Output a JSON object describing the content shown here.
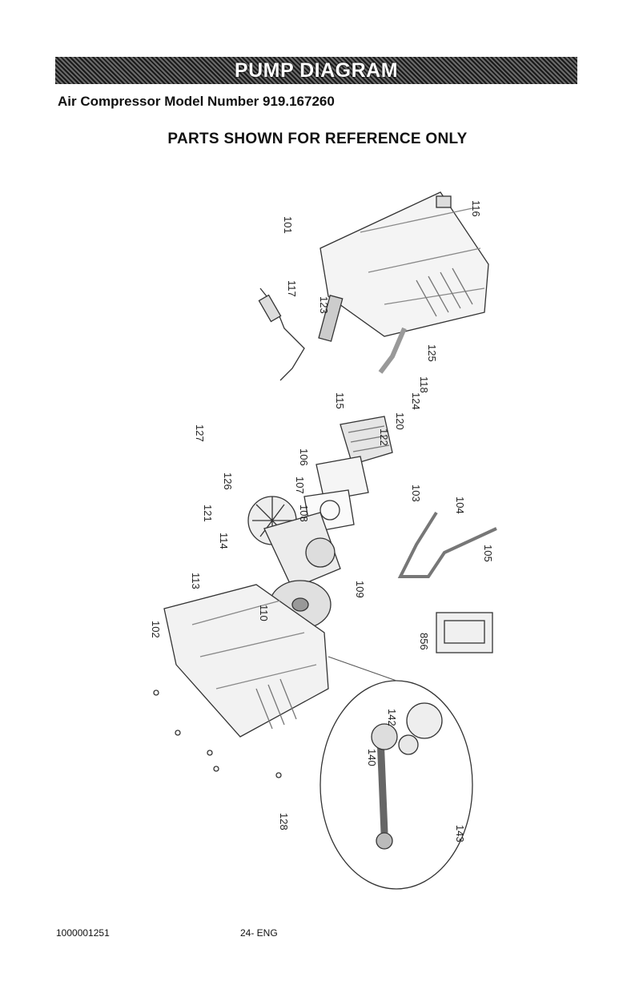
{
  "header": {
    "title": "PUMP DIAGRAM",
    "model_line": "Air Compressor Model Number 919.167260",
    "reference_note": "PARTS SHOWN FOR REFERENCE ONLY"
  },
  "diagram": {
    "part_numbers": [
      "101",
      "116",
      "117",
      "123",
      "125",
      "118",
      "124",
      "115",
      "120",
      "122",
      "127",
      "106",
      "126",
      "107",
      "121",
      "108",
      "103",
      "104",
      "114",
      "105",
      "113",
      "109",
      "110",
      "102",
      "856",
      "142",
      "140",
      "128",
      "143"
    ]
  },
  "footer": {
    "doc_number": "1000001251",
    "page": "24- ENG"
  }
}
